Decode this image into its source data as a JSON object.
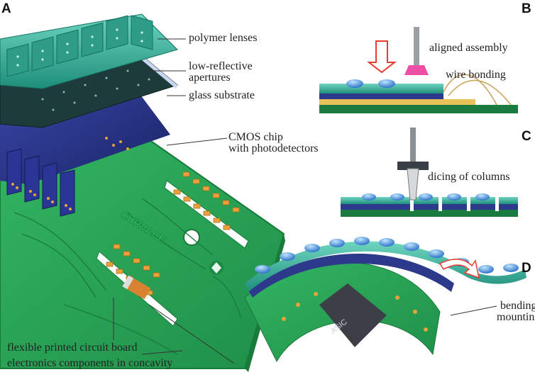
{
  "panels": {
    "a": "A",
    "b": "B",
    "c": "C",
    "d": "D"
  },
  "labels": {
    "polymer_lenses": "polymer lenses",
    "apertures_line1": "low-reflective",
    "apertures_line2": "apertures",
    "glass_substrate": "glass substrate",
    "cmos_line1": "CMOS chip",
    "cmos_line2": "with photodetectors",
    "aligned_assembly": "aligned assembly",
    "wire_bonding": "wire bonding",
    "dicing": "dicing of columns",
    "bending": "bending",
    "mounting": "mounting",
    "flexible_pcb": "flexible printed circuit board",
    "electronics": "electronics components in concavity"
  },
  "board_marks": {
    "curvace": "CURVACE",
    "asic": "ASIC"
  },
  "colors": {
    "pcb_green": "#27a657",
    "pcb_dark": "#1b7a3e",
    "lens_teal": "#3fb8a3",
    "aperture_dark": "#1d3b3a",
    "cmos_blue": "#2d3a8c",
    "pad_orange": "#e9a23b",
    "arrow_red": "#e63b2e",
    "needle_pink": "#ec4fa3",
    "wire_tan": "#c9a25a"
  }
}
